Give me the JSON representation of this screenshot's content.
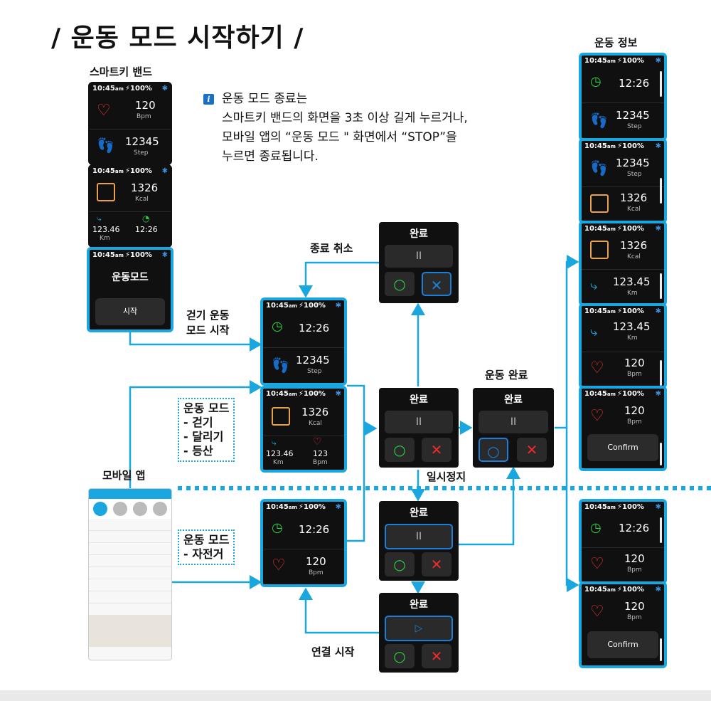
{
  "title": "/ 운동 모드 시작하기 /",
  "labels": {
    "smartkey_band": "스마트키 밴드",
    "exercise_info": "운동 정보",
    "cancel_end": "종료 취소",
    "start_walk": [
      "걷기 운동",
      "모드 시작"
    ],
    "exercise_done": "운동 완료",
    "pause": "일시정지",
    "mobile_app": "모바일 앱",
    "resume": "연결 시작"
  },
  "note": {
    "icon": "info-icon",
    "lines": [
      "운동 모드 종료는",
      "스마트키 밴드의 화면을 3초 이상 길게 누르거나,",
      "모바일 앱의 “운동 모드 \" 화면에서 “STOP”을",
      "누르면 종료됩니다."
    ]
  },
  "mode_box1": [
    "운동 모드",
    "- 걷기",
    "- 달리기",
    "- 등산"
  ],
  "mode_box2": [
    "운동 모드",
    "- 자전거"
  ],
  "status": {
    "time": "10:45",
    "ampm": "am",
    "battery": "⚡100%",
    "bt": "✱"
  },
  "metrics": {
    "heart": "120",
    "heart_unit": "Bpm",
    "step": "12345",
    "step_unit": "Step",
    "kcal": "1326",
    "kcal_unit": "Kcal",
    "km": "123.46",
    "km_unit": "Km",
    "km2": "123.45",
    "duration": "12:26",
    "bpm123": "123"
  },
  "band": {
    "mode_label": "운동모드",
    "start_label": "시작"
  },
  "done": {
    "title": "완료",
    "pause_symbol": "II",
    "play_symbol": "▷",
    "ok_symbol": "○",
    "cancel_symbol": "✕"
  },
  "confirm_label": "Confirm",
  "colors": {
    "accent": "#1aa7e0",
    "ok": "#2ecc40",
    "cancel": "#ee2a2a",
    "select": "#1a7fd6"
  }
}
